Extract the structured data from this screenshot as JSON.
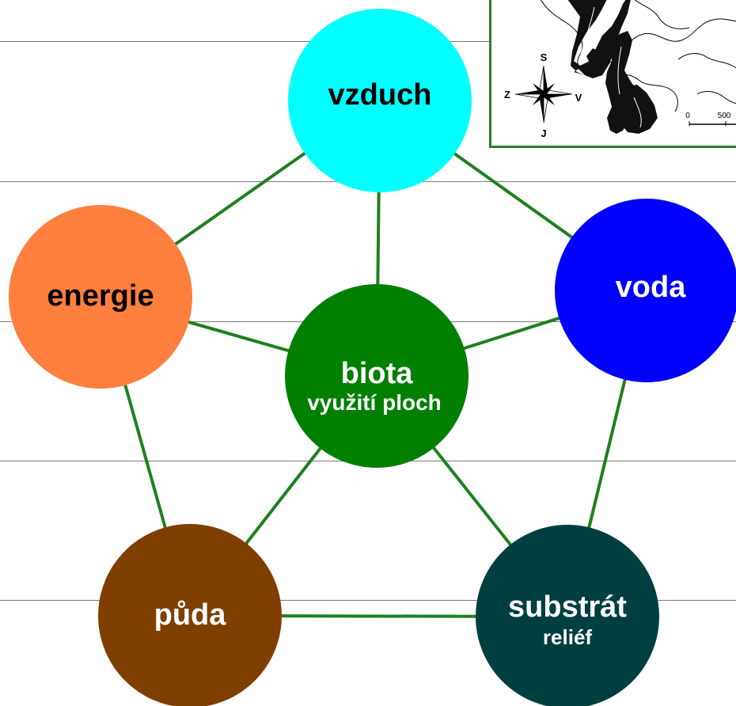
{
  "nodes": {
    "vzduch": {
      "label": "vzduch",
      "color": "#00ffff",
      "text_color": "#000000"
    },
    "voda": {
      "label": "voda",
      "color": "#0000ff",
      "text_color": "#ffffff"
    },
    "energie": {
      "label": "energie",
      "color": "#ff7f3f",
      "text_color": "#000000"
    },
    "biota": {
      "label": "biota",
      "sublabel": "využití ploch",
      "color": "#007f00",
      "text_color": "#ffffff"
    },
    "puda": {
      "label": "půda",
      "color": "#7f3f00",
      "text_color": "#ffffff"
    },
    "substrat": {
      "label": "substrát",
      "sublabel": "reliéf",
      "color": "#003f3f",
      "text_color": "#ffffff"
    }
  },
  "edge_color": "#1f7f1f",
  "map_inset": {
    "compass": {
      "north": "S",
      "south": "J",
      "west": "Z",
      "east": "V"
    },
    "scale": {
      "start": "0",
      "mark": "500"
    },
    "border_color": "#2e7d32"
  }
}
